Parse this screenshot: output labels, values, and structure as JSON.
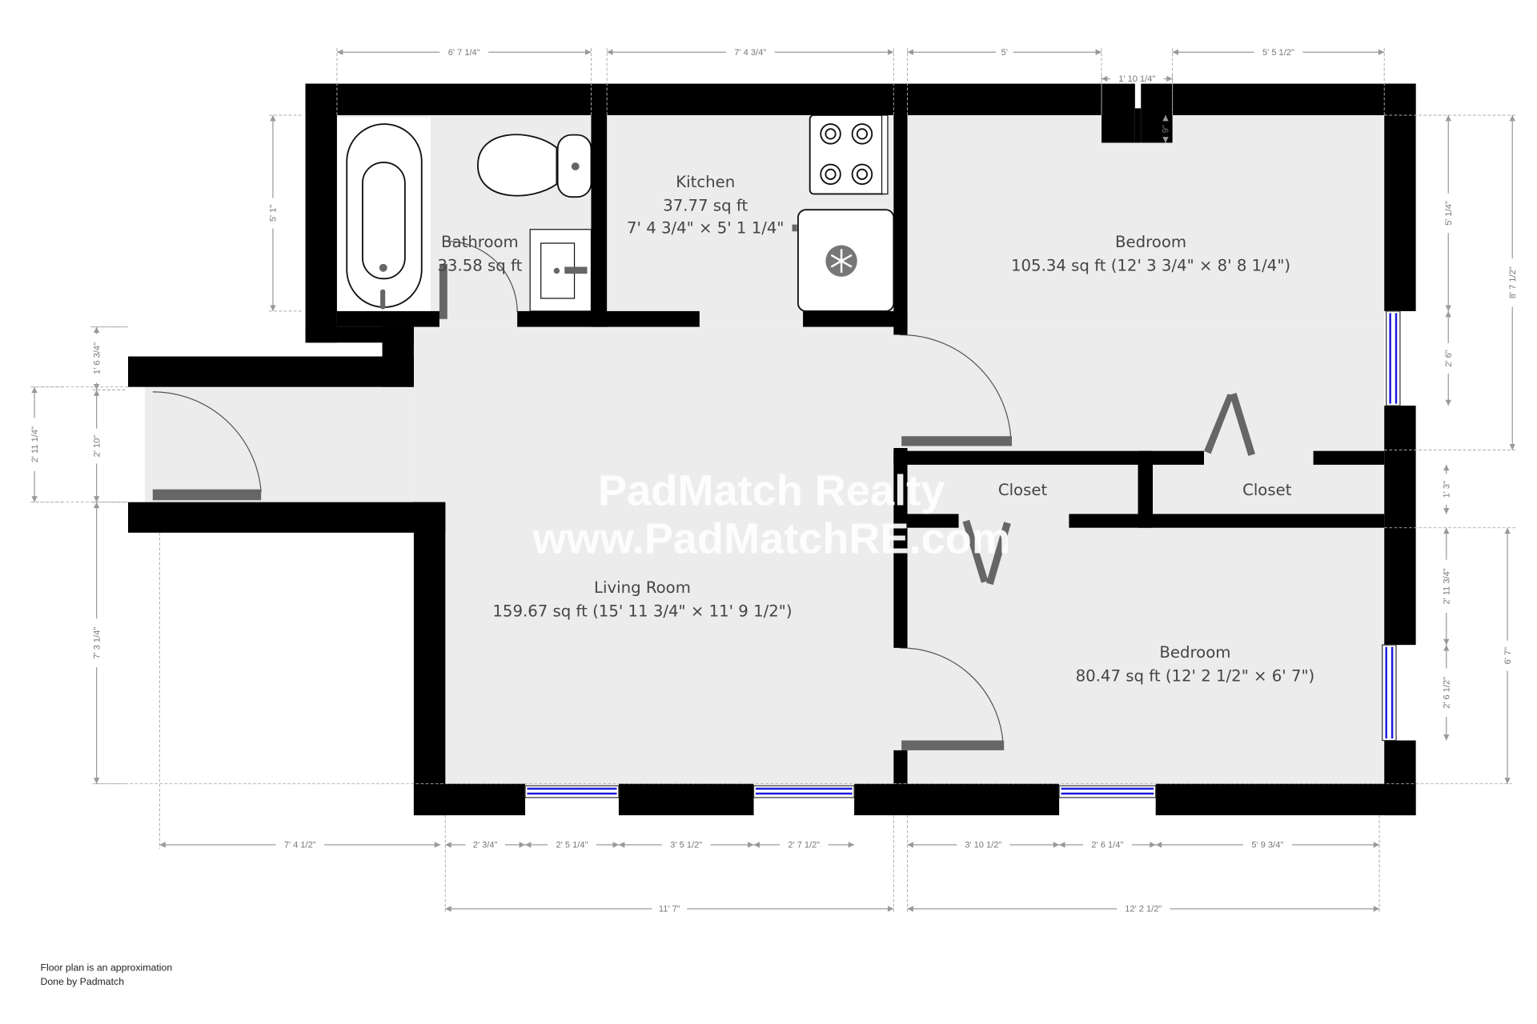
{
  "rooms": {
    "kitchen": {
      "name": "Kitchen",
      "area": "37.77 sq ft",
      "size": "7' 4 3/4\" × 5' 1 1/4\""
    },
    "bathroom": {
      "name": "Bathroom",
      "area": "33.58 sq ft"
    },
    "bedroom1": {
      "name": "Bedroom",
      "area": "105.34 sq ft (12' 3 3/4\" × 8' 8 1/4\")"
    },
    "living": {
      "name": "Living Room",
      "area": "159.67 sq ft (15' 11 3/4\" × 11' 9 1/2\")"
    },
    "closet1": {
      "name": "Closet"
    },
    "closet2": {
      "name": "Closet"
    },
    "bedroom2": {
      "name": "Bedroom",
      "area": "80.47 sq ft (12' 2 1/2\" × 6' 7\")"
    }
  },
  "dimensions": {
    "top": [
      "6' 7 1/4\"",
      "7' 4 3/4\"",
      "5'",
      "1' 10 1/4\"",
      "5' 5 1/2\""
    ],
    "bottom_row1": [
      "7' 4 1/2\"",
      "2' 3/4\"",
      "2' 5 1/4\"",
      "3' 5 1/2\"",
      "2' 7 1/2\"",
      "3' 10 1/2\"",
      "2' 6 1/4\"",
      "5' 9 3/4\""
    ],
    "bottom_row2": [
      "11' 7\"",
      "12' 2 1/2\""
    ],
    "left": [
      "5' 1\"",
      "1' 6 3/4\"",
      "2' 10\"",
      "2' 11 1/4\"",
      "7' 3 1/4\""
    ],
    "inner": [
      "9\""
    ],
    "right": [
      "5' 1/4\"",
      "2' 6\"",
      "1' 3\"",
      "2' 11 3/4\"",
      "2' 6 1/2\"",
      "8' 7 1/2\"",
      "6' 7\""
    ]
  },
  "watermark": {
    "line1": "PadMatch Realty",
    "line2": "www.PadMatchRE.com"
  },
  "footer": {
    "line1": "Floor plan is an approximation",
    "line2": "Done by Padmatch"
  },
  "colors": {
    "wall": "#000000",
    "floor": "#ececec",
    "door": "#666666",
    "window": "#1a1adb"
  }
}
